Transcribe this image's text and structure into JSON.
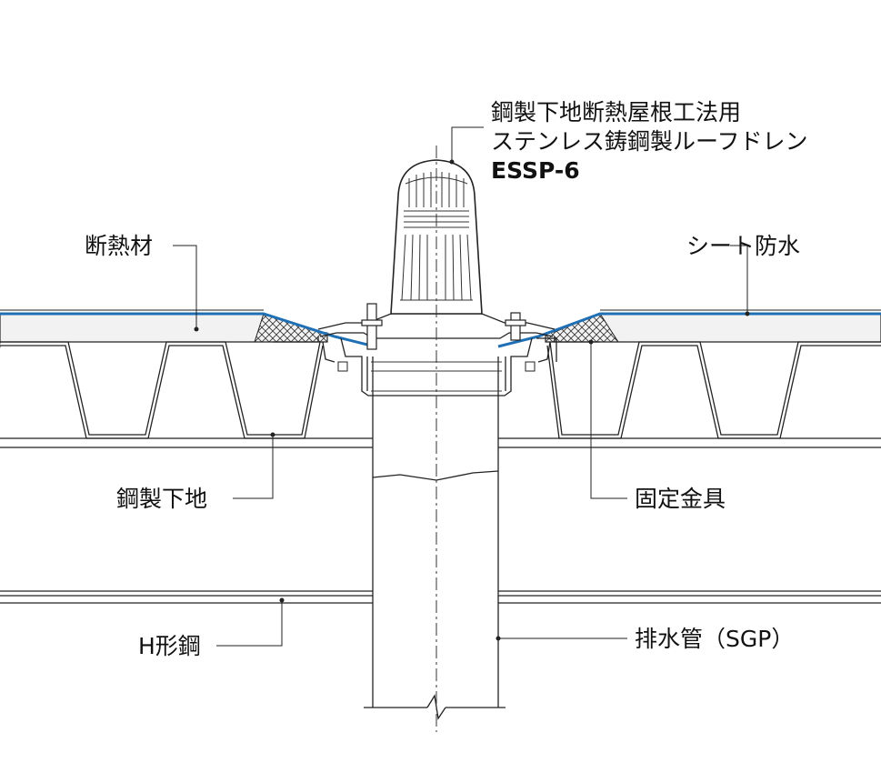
{
  "title": {
    "line1": "鋼製下地断熱屋根工法用",
    "line2": "ステンレス鋳鋼製ルーフドレン",
    "model": "ESSP-6"
  },
  "labels": {
    "insulation": "断熱材",
    "sheet_waterproofing": "シート防水",
    "steel_deck": "鋼製下地",
    "fixing_bracket": "固定金具",
    "h_beam": "H形鋼",
    "drain_pipe": "排水管（SGP）"
  },
  "colors": {
    "waterproof_sheet": "#1f6fb5",
    "insulation_fill": "#f2f2f2",
    "line": "#222222"
  }
}
